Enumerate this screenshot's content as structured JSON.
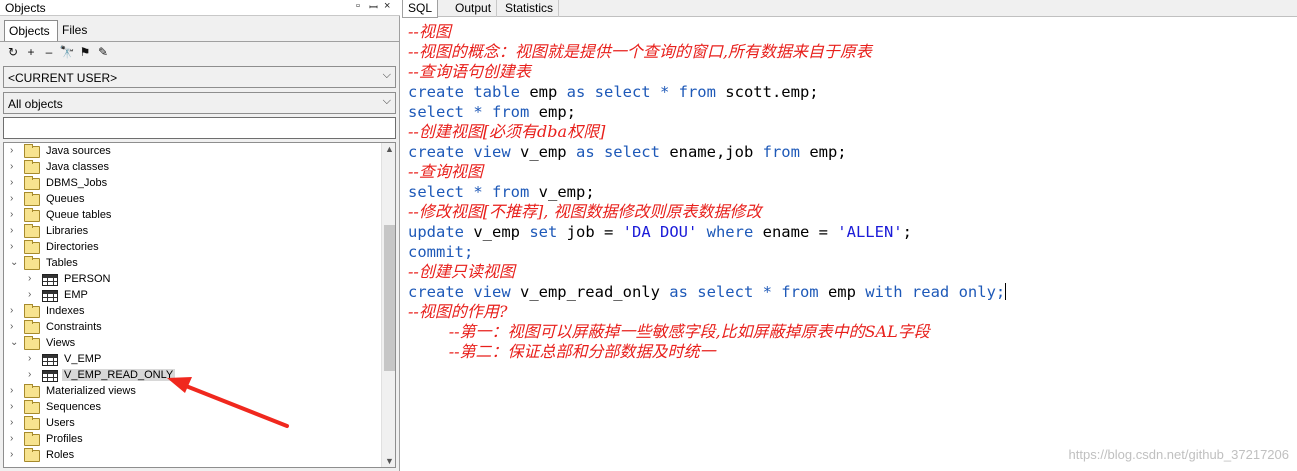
{
  "left_panel": {
    "title": "Objects",
    "pin_glyph": "▫",
    "pin2_glyph": "ꟷ",
    "close_glyph": "×",
    "tabs": [
      "Objects",
      "Files"
    ],
    "toolbar_icons": [
      "refresh-icon",
      "add-icon",
      "remove-icon",
      "find-icon",
      "filter-icon",
      "filter-edit-icon"
    ],
    "toolbar_glyphs": [
      "↻",
      "+",
      "–",
      "🔭",
      "⚑",
      "✎"
    ],
    "user_combo": "<CURRENT USER>",
    "filter_combo": "All objects",
    "combo_arrow": "⌵",
    "search_value": "",
    "tree": [
      {
        "label": "Java sources",
        "expand": "›"
      },
      {
        "label": "Java classes",
        "expand": "›"
      },
      {
        "label": "DBMS_Jobs",
        "expand": "›"
      },
      {
        "label": "Queues",
        "expand": "›"
      },
      {
        "label": "Queue tables",
        "expand": "›"
      },
      {
        "label": "Libraries",
        "expand": "›"
      },
      {
        "label": "Directories",
        "expand": "›"
      },
      {
        "label": "Tables",
        "expand": "⌄"
      },
      {
        "label": "PERSON",
        "expand": "›"
      },
      {
        "label": "EMP",
        "expand": "›"
      },
      {
        "label": "Indexes",
        "expand": "›"
      },
      {
        "label": "Constraints",
        "expand": "›"
      },
      {
        "label": "Views",
        "expand": "⌄"
      },
      {
        "label": "V_EMP",
        "expand": "›"
      },
      {
        "label": "V_EMP_READ_ONLY",
        "expand": "›"
      },
      {
        "label": "Materialized views",
        "expand": "›"
      },
      {
        "label": "Sequences",
        "expand": "›"
      },
      {
        "label": "Users",
        "expand": "›"
      },
      {
        "label": "Profiles",
        "expand": "›"
      },
      {
        "label": "Roles",
        "expand": "›"
      }
    ],
    "scroll_up": "▲",
    "scroll_down": "▼"
  },
  "right_panel": {
    "tabs": [
      "SQL",
      "Output",
      "Statistics"
    ],
    "lines": [
      {
        "t": "--视图"
      },
      {
        "t": "--视图的概念：视图就是提供一个查询的窗口,所有数据来自于原表"
      },
      {
        "t": "--查询语句创建表"
      },
      {
        "a": "create table ",
        "b": "emp ",
        "c": "as select * from ",
        "d": "scott.emp;"
      },
      {
        "a": "select * from ",
        "b": "emp;"
      },
      {
        "t": "--创建视图[必须有dba权限]"
      },
      {
        "a": "create view ",
        "b": "v_emp ",
        "c": "as select ",
        "d": "ename,job ",
        "e": "from ",
        "f": "emp;"
      },
      {
        "t": "--查询视图"
      },
      {
        "a": "select * from ",
        "b": "v_emp;"
      },
      {
        "t": "--修改视图[不推荐], 视图数据修改则原表数据修改"
      },
      {
        "a": "update ",
        "b": "v_emp ",
        "c": "set ",
        "d": "job = ",
        "e": "'DA DOU'",
        "f": " where ",
        "g": "ename = ",
        "h": "'ALLEN'",
        "i": ";"
      },
      {
        "a": "commit;"
      },
      {
        "t": "--创建只读视图"
      },
      {
        "a": "create view ",
        "b": "v_emp_read_only ",
        "c": "as select * from ",
        "d": "emp ",
        "e": "with read only;"
      },
      {
        "t": "--视图的作用?"
      },
      {
        "t": "        --第一：视图可以屏蔽掉一些敏感字段,比如屏蔽掉原表中的SAL字段"
      },
      {
        "t": "        --第二：保证总部和分部数据及时统一"
      }
    ],
    "watermark": "https://blog.csdn.net/github_37217206"
  },
  "colors": {
    "comment": "#e8201c",
    "keyword": "#1e59b8",
    "string": "#1b1bd8",
    "annotation_arrow": "#f0281e"
  }
}
